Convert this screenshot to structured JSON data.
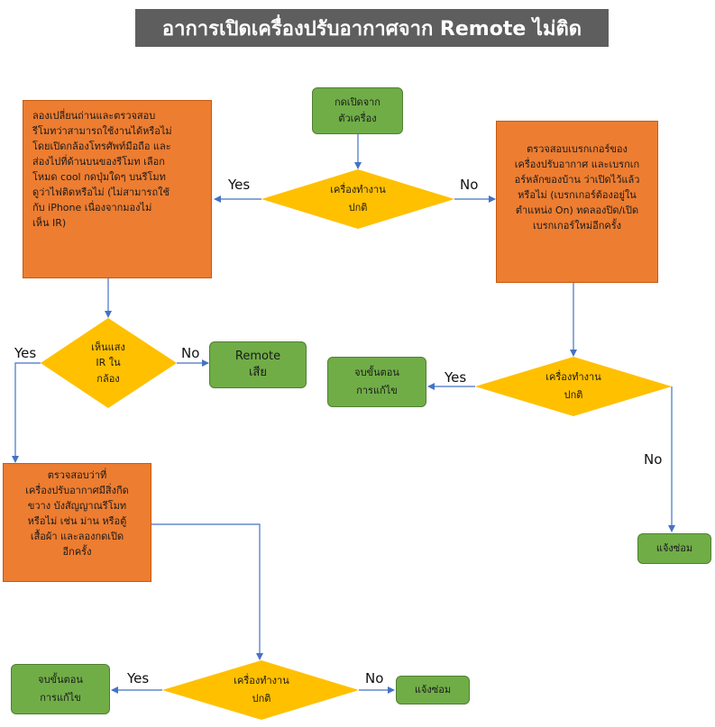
{
  "title": "อาการเปิดเครื่องปรับอากาศจาก Remote ไม่ติด",
  "start": "กดเปิดจาก\nตัวเครื่อง",
  "decision_1": "เครื่องทำงาน\nปกติ",
  "box_remote_check": "ลองเปลี่ยนถ่านและตรวจสอบ\nรีโมทว่าสามารถใช้งานได้หรือไม่\nโดยเปิดกล้องโทรศัพท์มือถือ และ\nส่องไปที่ด้านบนของรีโมท เลือก\nโหมด cool กดปุ่มใดๆ บนรีโมท\nดูว่าไฟติดหรือไม่ (ไม่สามารถใช้\nกับ iPhone เนื่องจากมองไม่\nเห็น IR)",
  "box_breaker_check": "ตรวจสอบเบรกเกอร์ของ\nเครื่องปรับอากาศ และเบรกเก\nอร์หลักของบ้าน ว่าเปิดไว้แล้ว\nหรือไม่ (เบรกเกอร์ต้องอยู่ใน\nตำแหน่ง On) ทดลองปิด/เปิด\nเบรกเกอร์ใหม่อีกครั้ง",
  "decision_ir": "เห็นแสง\nIR ใน\nกล้อง",
  "remote_broken": "Remote\nเสีย",
  "box_obstacle_check": "ตรวจสอบว่าที่\nเครื่องปรับอากาศมีสิ่งกีด\nขวาง บังสัญญาณรีโมท\nหรือไม่ เช่น ม่าน หรือตู้\nเสื้อผ้า และลองกดเปิด\nอีกครั้ง",
  "decision_right": "เครื่องทำงาน\nปกติ",
  "end_right": "จบขั้นตอน\nการแก้ไข",
  "repair_right": "แจ้งซ่อม",
  "decision_bottom": "เครื่องทำงาน\nปกติ",
  "end_bottom": "จบขั้นตอน\nการแก้ไข",
  "repair_bottom": "แจ้งซ่อม",
  "labels": {
    "yes_1": "Yes",
    "no_1": "No",
    "yes_ir": "Yes",
    "no_ir": "No",
    "yes_right": "Yes",
    "no_right": "No",
    "yes_bottom": "Yes",
    "no_bottom": "No"
  },
  "colors": {
    "orange": "#ed7d31",
    "green": "#70ad47",
    "diamond": "#ffc000",
    "connector": "#4472c4",
    "title_bg": "#5e5e5e"
  }
}
